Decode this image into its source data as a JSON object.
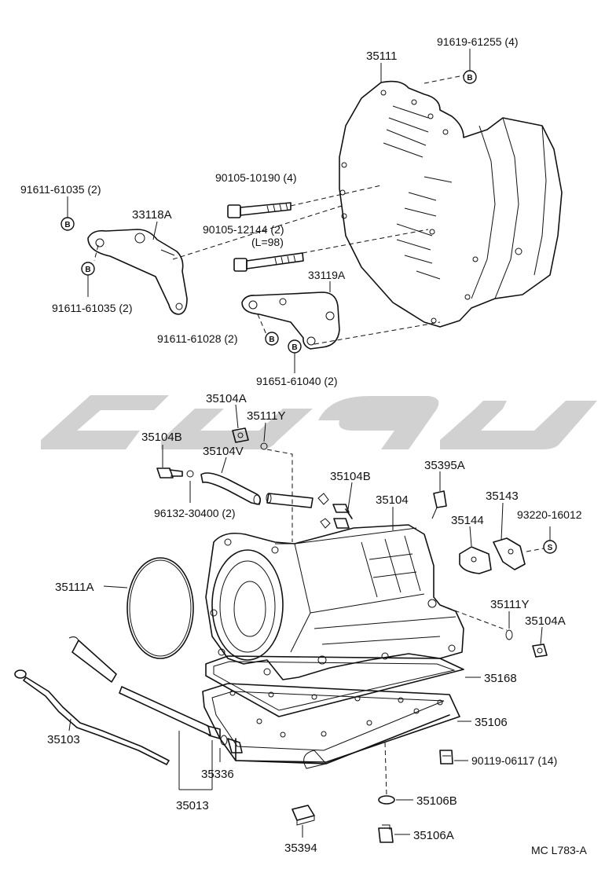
{
  "diagram": {
    "labels": {
      "p91619_61255": "91619-61255 (4)",
      "p35111": "35111",
      "p90105_10190": "90105-10190 (4)",
      "p91611_61035_top": "91611-61035 (2)",
      "p33118A": "33118A",
      "p90105_12144": "90105-12144 (2)",
      "p_L98": "(L=98)",
      "p91611_61035_bot": "91611-61035 (2)",
      "p33119A": "33119A",
      "p91611_61028": "91611-61028 (2)",
      "p91651_61040": "91651-61040 (2)",
      "p35104A_top": "35104A",
      "p35111Y_top": "35111Y",
      "p35104B_left": "35104B",
      "p35104V": "35104V",
      "p96132_30400": "96132-30400 (2)",
      "p35104B_mid": "35104B",
      "p35395A": "35395A",
      "p35143": "35143",
      "p35104": "35104",
      "p35144": "35144",
      "p93220_16012": "93220-16012",
      "p35111A": "35111A",
      "p35111Y_right": "35111Y",
      "p35104A_right": "35104A",
      "p35168": "35168",
      "p35106": "35106",
      "p35103": "35103",
      "p90119_06117": "90119-06117 (14)",
      "p35336": "35336",
      "p35106B": "35106B",
      "p35013": "35013",
      "p35106A": "35106A",
      "p35394": "35394",
      "p_ref": "MC L783-A"
    },
    "badges": {
      "b_letter": "B",
      "s_letter": "S"
    }
  }
}
